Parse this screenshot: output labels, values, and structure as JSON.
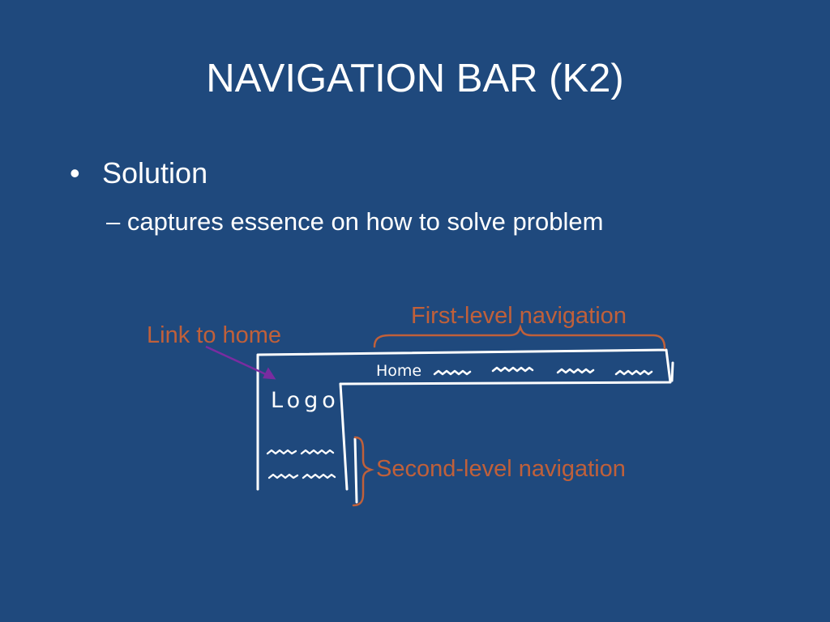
{
  "slide": {
    "title": "NAVIGATION BAR (K2)",
    "bullet": {
      "marker": "•",
      "text": "Solution"
    },
    "subbullet": {
      "text": "– captures essence on how to solve problem"
    }
  },
  "diagram": {
    "link_to_home_label": "Link to home",
    "first_level_label": "First-level navigation",
    "second_level_label": "Second-level navigation",
    "home_text": "Home",
    "logo_text": "Logo"
  },
  "colors": {
    "background": "#1f497d",
    "annotation": "#c0603a",
    "arrow": "#7a2ca0",
    "sketch": "#ffffff"
  }
}
